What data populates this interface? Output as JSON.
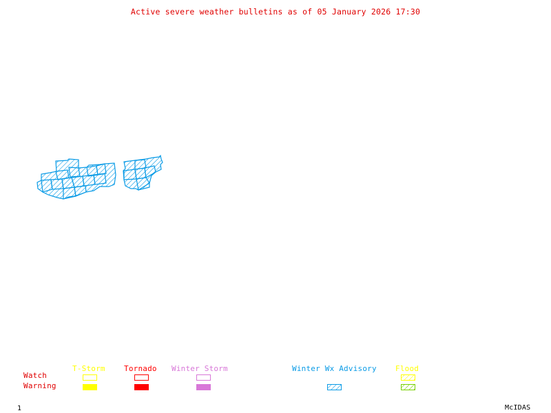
{
  "title": "Active severe weather bulletins as of 05 January 2026 17:30",
  "map": {
    "active_bulletin": "Winter Wx Advisory",
    "hatch_color": "#0a9be6",
    "region_count": 2
  },
  "legend": {
    "row_labels": {
      "watch": "Watch",
      "warning": "Warning",
      "color": "#e00000"
    },
    "columns": [
      {
        "label": "T-Storm",
        "color": "#ffff00",
        "watch": "outline",
        "warning": "filled"
      },
      {
        "label": "Tornado",
        "color": "#ff0000",
        "watch": "outline",
        "warning": "filled"
      },
      {
        "label": "Winter Storm",
        "color": "#d878d8",
        "watch": "outline",
        "warning": "filled"
      },
      {
        "label": "Winter Wx Advisory",
        "color": "#0a9be6",
        "watch": "none",
        "warning": "hatched"
      },
      {
        "label": "Flood",
        "color": "#ffff00",
        "warning_color": "#78d000",
        "watch": "hatched",
        "warning": "hatched"
      }
    ]
  },
  "footer": {
    "frame_number": "1",
    "software": "McIDAS"
  }
}
